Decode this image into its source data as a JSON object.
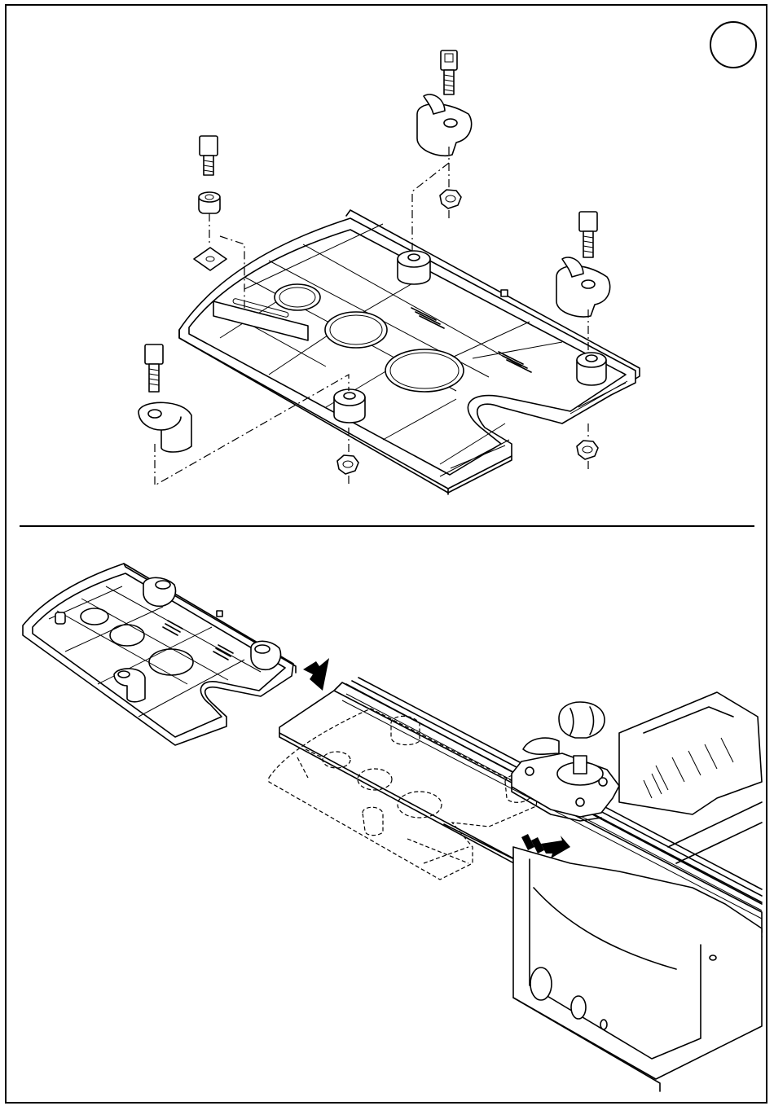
{
  "figure": {
    "step_number": "",
    "colors": {
      "line": "#000000",
      "background": "#ffffff"
    },
    "panels": [
      {
        "id": "exploded-view",
        "parts": [
          "base-plate",
          "clamp-cam-screw",
          "clamp-cam",
          "hex-nut",
          "spacer-sleeve",
          "square-washer"
        ]
      },
      {
        "id": "mounting-view",
        "parts": [
          "base-plate-assembly",
          "guide-rail",
          "rail-clamp-knob",
          "power-tool"
        ]
      }
    ]
  }
}
